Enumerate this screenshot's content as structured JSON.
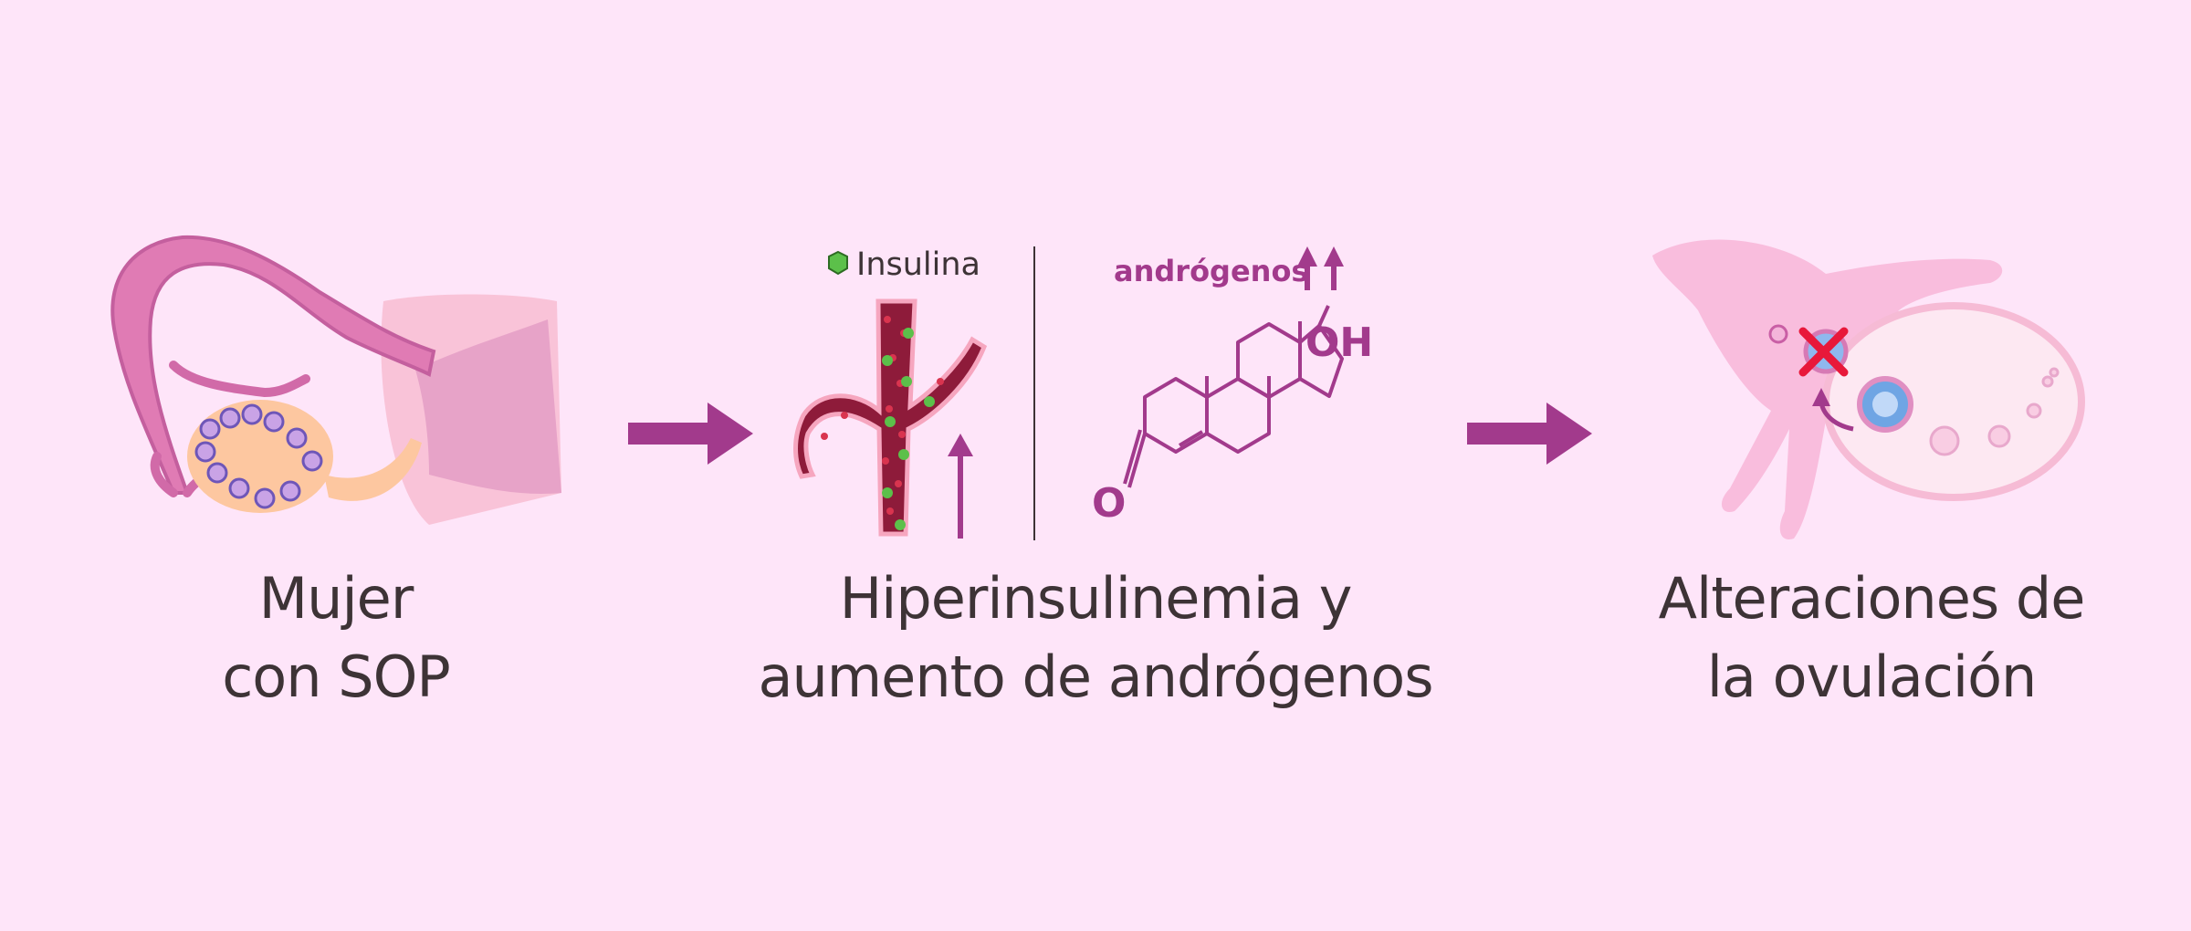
{
  "steps": [
    {
      "caption_line1": "Mujer",
      "caption_line2": "con SOP"
    },
    {
      "caption_line1": "Hiperinsulinemia y",
      "caption_line2": "aumento de andrógenos"
    },
    {
      "caption_line1": "Alteraciones de",
      "caption_line2": "la ovulación"
    }
  ],
  "labels": {
    "insulina": "Insulina",
    "androgenos": "andrógenos",
    "oh": "OH",
    "o": "O"
  },
  "colors": {
    "background": "#fee5f9",
    "accent": "#a23a8c",
    "text": "#3d3336",
    "vessel": "#8e1b3a",
    "insulin": "#5cc04a",
    "cross": "#e8183a"
  }
}
